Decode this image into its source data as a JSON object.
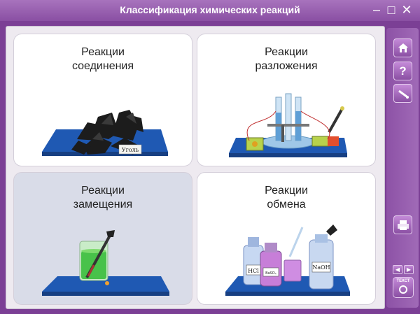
{
  "window": {
    "title": "Классификация химических реакций",
    "minimize_glyph": "–",
    "maximize_glyph": "□",
    "close_glyph": "✕"
  },
  "cards": [
    {
      "line1": "Реакции",
      "line2": "соединения",
      "tag": "Уголь",
      "selected": false
    },
    {
      "line1": "Реакции",
      "line2": "разложения",
      "selected": false
    },
    {
      "line1": "Реакции",
      "line2": "замещения",
      "selected": true
    },
    {
      "line1": "Реакции",
      "line2": "обмена",
      "tag_hcl": "HCl",
      "tag_naoh": "NaOH",
      "tag_small": "BaSO₄"
    }
  ],
  "sidebar": {
    "help_glyph": "?",
    "prev_glyph": "◀",
    "next_glyph": "▶",
    "text_label": "ТЕКСТ",
    "icons": [
      "home-icon",
      "help-icon",
      "edit-icon",
      "print-icon",
      "text-icon"
    ]
  },
  "colors": {
    "title_bar": "#9a62b1",
    "sidebar": "#9660ad",
    "table_blue": "#1f59b3",
    "selected_card": "#d9dce8"
  }
}
